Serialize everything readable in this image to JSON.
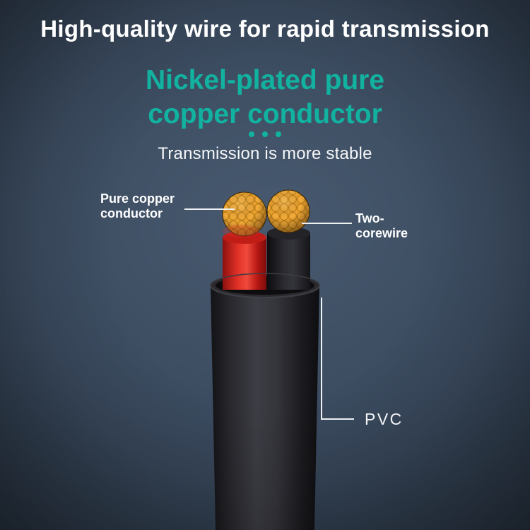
{
  "page": {
    "headline": "High-quality wire for rapid transmission",
    "subtitle_lines": [
      "Nickel-plated pure",
      "copper conductor"
    ],
    "tagline": "Transmission is more stable"
  },
  "callouts": {
    "left": {
      "lines": [
        "Pure copper",
        "conductor"
      ]
    },
    "right": {
      "lines": [
        "Two-",
        "corewire"
      ]
    },
    "pvc_label": "PVC"
  },
  "colors": {
    "accent_teal": "#12b2a0",
    "copper": "#f3ab38",
    "insulation_red": "#e23127",
    "jacket_black": "#2b2b30",
    "background_slate": "#3a4a5e"
  }
}
